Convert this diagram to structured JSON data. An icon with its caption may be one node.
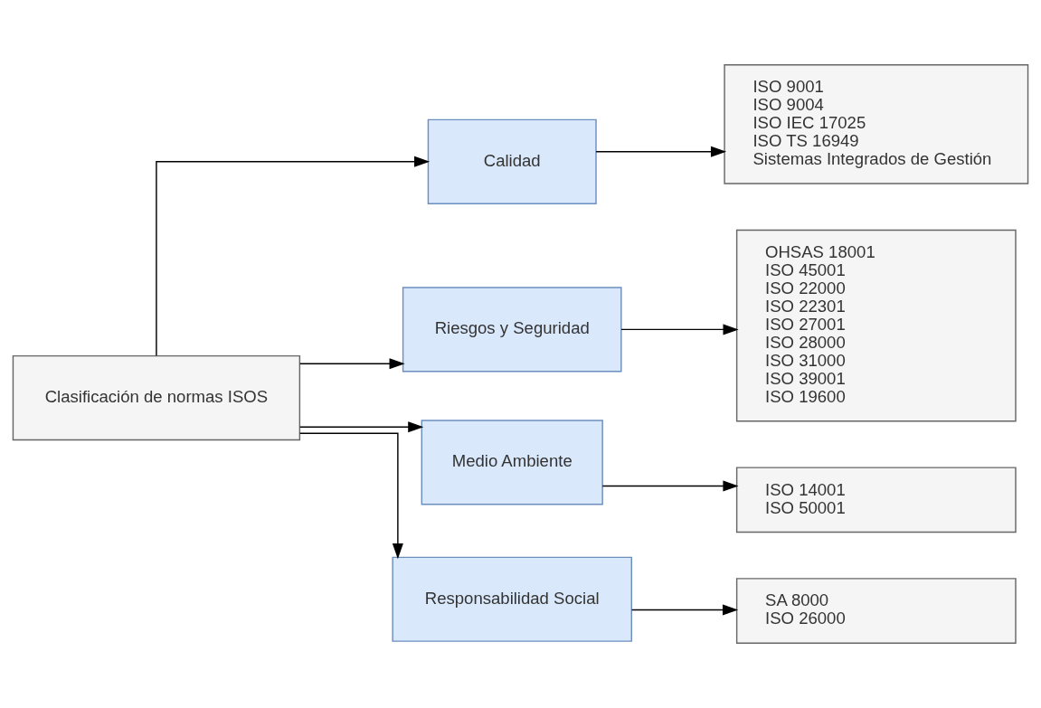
{
  "diagram": {
    "nodes": [
      {
        "text": [
          "Clasificación de normas ISOS"
        ]
      },
      {
        "text": [
          "Calidad"
        ]
      },
      {
        "text": [
          "ISO 9001",
          "ISO 9004",
          "ISO IEC 17025",
          "ISO TS 16949",
          "Sistemas Integrados de Gestión"
        ]
      },
      {
        "text": [
          "Riesgos y Seguridad"
        ]
      },
      {
        "text": [
          "OHSAS 18001",
          "ISO 45001",
          "ISO 22000",
          "ISO 22301",
          "ISO 27001",
          "ISO 28000",
          "ISO 31000",
          "ISO 39001",
          "ISO 19600"
        ]
      },
      {
        "text": [
          "Medio Ambiente"
        ]
      },
      {
        "text": [
          "ISO 14001",
          "ISO 50001"
        ]
      },
      {
        "text": [
          "Responsabilidad Social"
        ]
      },
      {
        "text": [
          "SA 8000",
          "ISO 26000"
        ]
      }
    ],
    "edges": [
      {
        "from": 0,
        "to": 1,
        "arrow": "to"
      },
      {
        "from": 0,
        "to": 3,
        "arrow": "to"
      },
      {
        "from": 0,
        "to": 5,
        "arrow": "to"
      },
      {
        "from": 0,
        "to": 7,
        "arrow": "to"
      },
      {
        "from": 1,
        "to": 2,
        "arrow": "to"
      },
      {
        "from": 3,
        "to": 4,
        "arrow": "to"
      },
      {
        "from": 5,
        "to": 6,
        "arrow": "to"
      },
      {
        "from": 7,
        "to": 8,
        "arrow": "to"
      }
    ]
  }
}
